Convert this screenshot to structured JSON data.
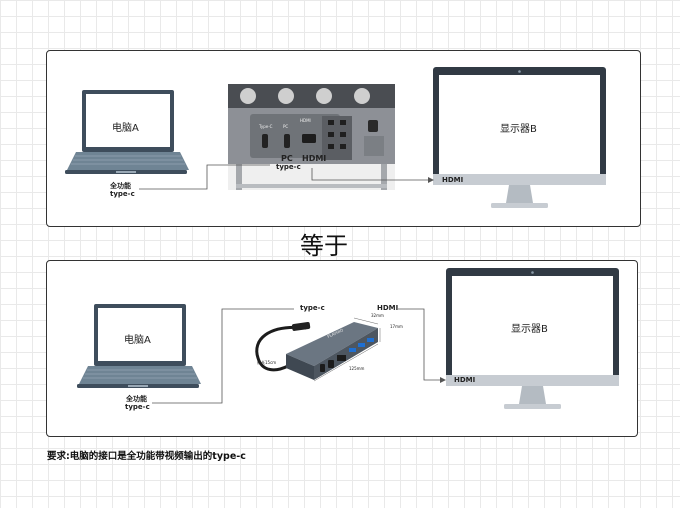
{
  "top": {
    "laptop_label": "电脑A",
    "conn_label_line1": "全功能",
    "conn_label_line2": "type-c",
    "device_port_typec": "Type-C",
    "device_port_pc": "PC",
    "device_port_hdmi": "HDMI",
    "under_pc": "PC",
    "under_hdmi": "HDMI",
    "under_typec": "type-c",
    "monitor_label": "显示器B",
    "hdmi_label": "HDMI"
  },
  "equals": "等于",
  "bottom": {
    "laptop_label": "电脑A",
    "conn_label_line1": "全功能",
    "conn_label_line2": "type-c",
    "typec_label": "type-c",
    "hdmi_label_top": "HDMI",
    "dim_32": "32mm",
    "dim_17": "17mm",
    "dim_125": "125mm",
    "cable_len": "线长15cm",
    "hub_brand": "PLAYHIO",
    "monitor_label": "显示器B",
    "hdmi_label_monitor": "HDMI"
  },
  "requirement": "要求:电脑的接口是全功能带视频输出的type-c",
  "colors": {
    "laptop_frame": "#3e4d5c",
    "monitor_frame": "#313a44",
    "keyboard": "#6f8494",
    "stand": "#c7ccd2",
    "hub": "#4d5660"
  }
}
